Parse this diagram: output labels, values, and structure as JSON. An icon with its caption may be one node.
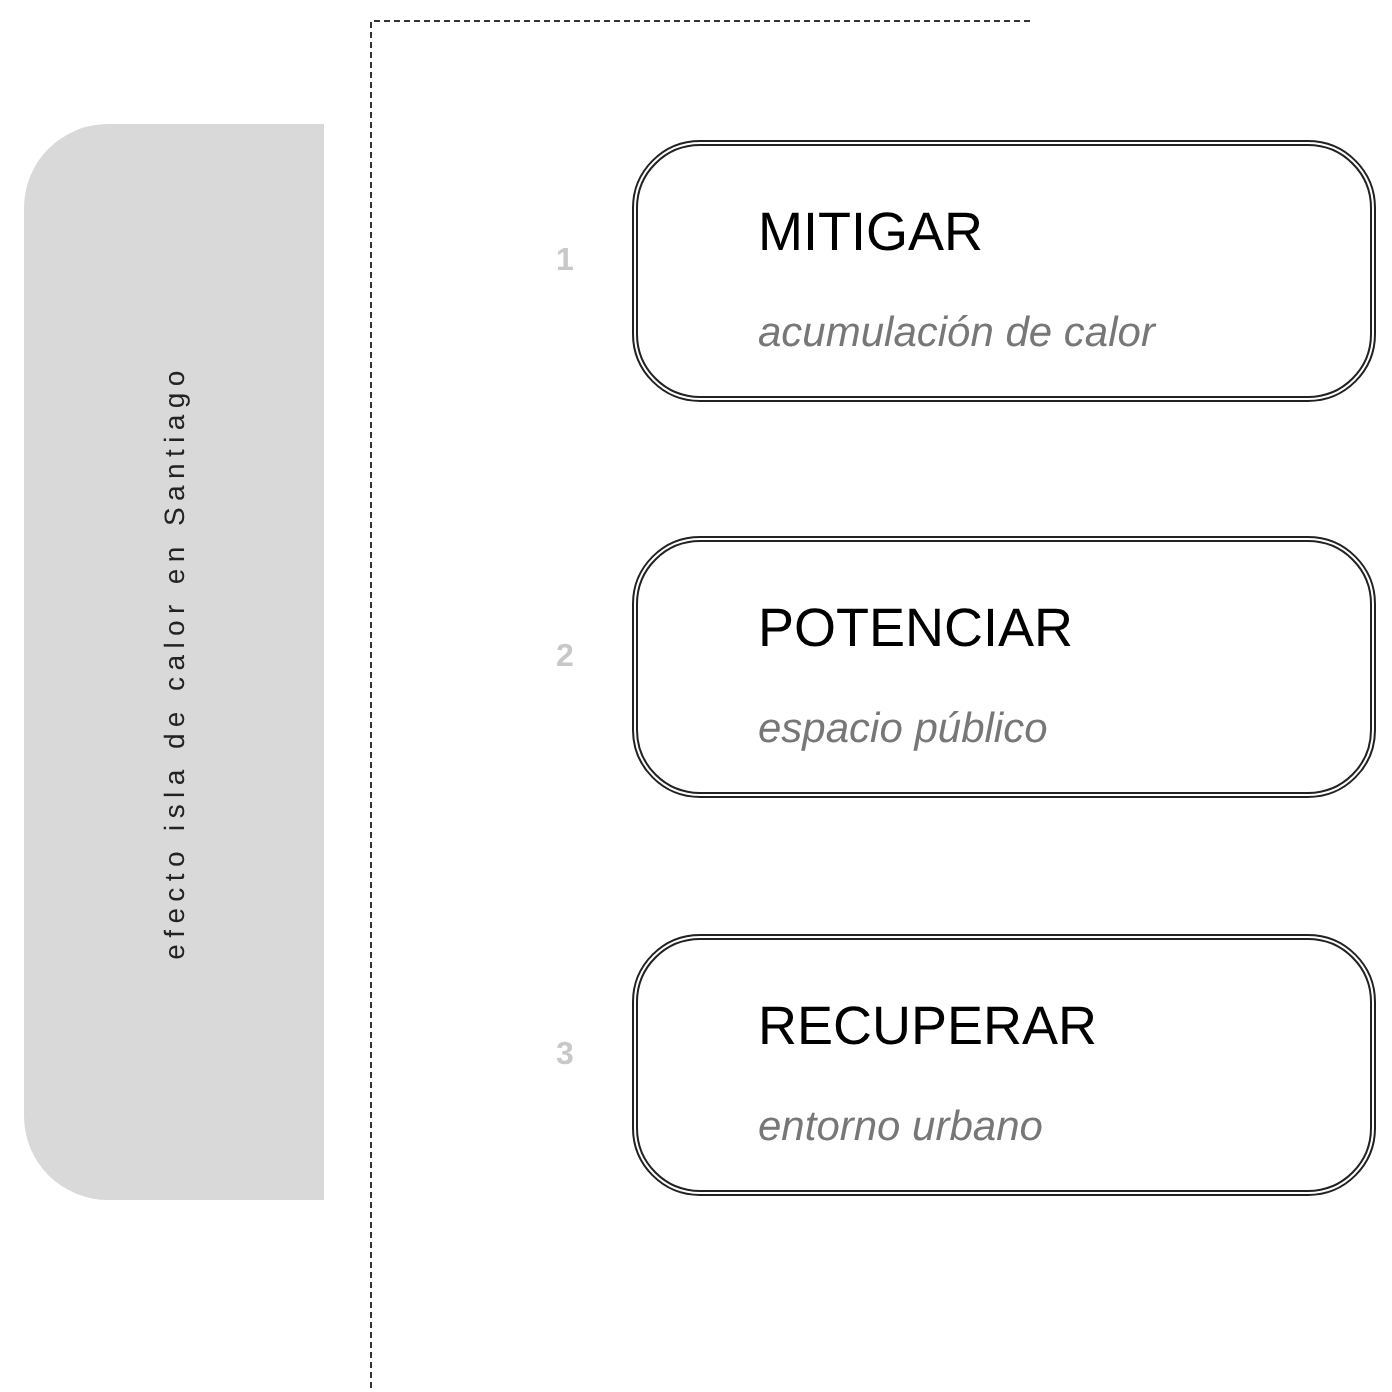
{
  "diagram": {
    "nodes": [
      {
        "text": [
          "efecto isla de calor en Santiago"
        ]
      },
      {
        "text": [
          "MITIGAR",
          "acumulación de calor"
        ],
        "beside": [
          "1"
        ]
      },
      {
        "text": [
          "POTENCIAR",
          "espacio público"
        ],
        "beside": [
          "2"
        ]
      },
      {
        "text": [
          "RECUPERAR",
          "entorno urbano"
        ],
        "beside": [
          "3"
        ]
      }
    ]
  }
}
